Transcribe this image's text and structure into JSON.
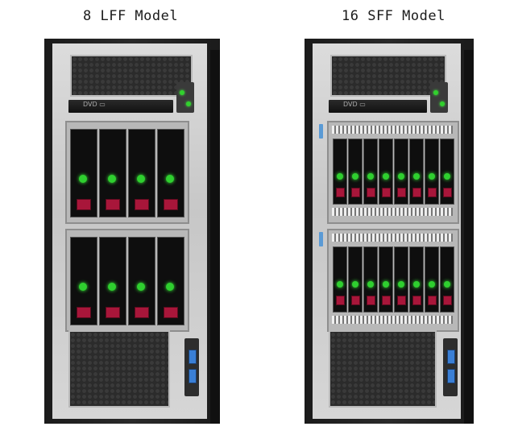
{
  "labels": {
    "left": "8 LFF Model",
    "right": "16 SFF Model"
  },
  "servers": {
    "left": {
      "drive_count": 8,
      "drive_type": "LFF"
    },
    "right": {
      "drive_count": 16,
      "drive_type": "SFF"
    }
  },
  "icons": {
    "optical_drive_logo": "dvd-logo-icon",
    "drive_led": "green-status-led-icon",
    "usb_port": "usb-port-icon"
  },
  "colors": {
    "drive_led": "#2fcf2f",
    "release_tab": "#a8163a",
    "usb": "#3a7fd6",
    "chassis": "#1b1b1b",
    "bezel": "#d0d0d0"
  }
}
